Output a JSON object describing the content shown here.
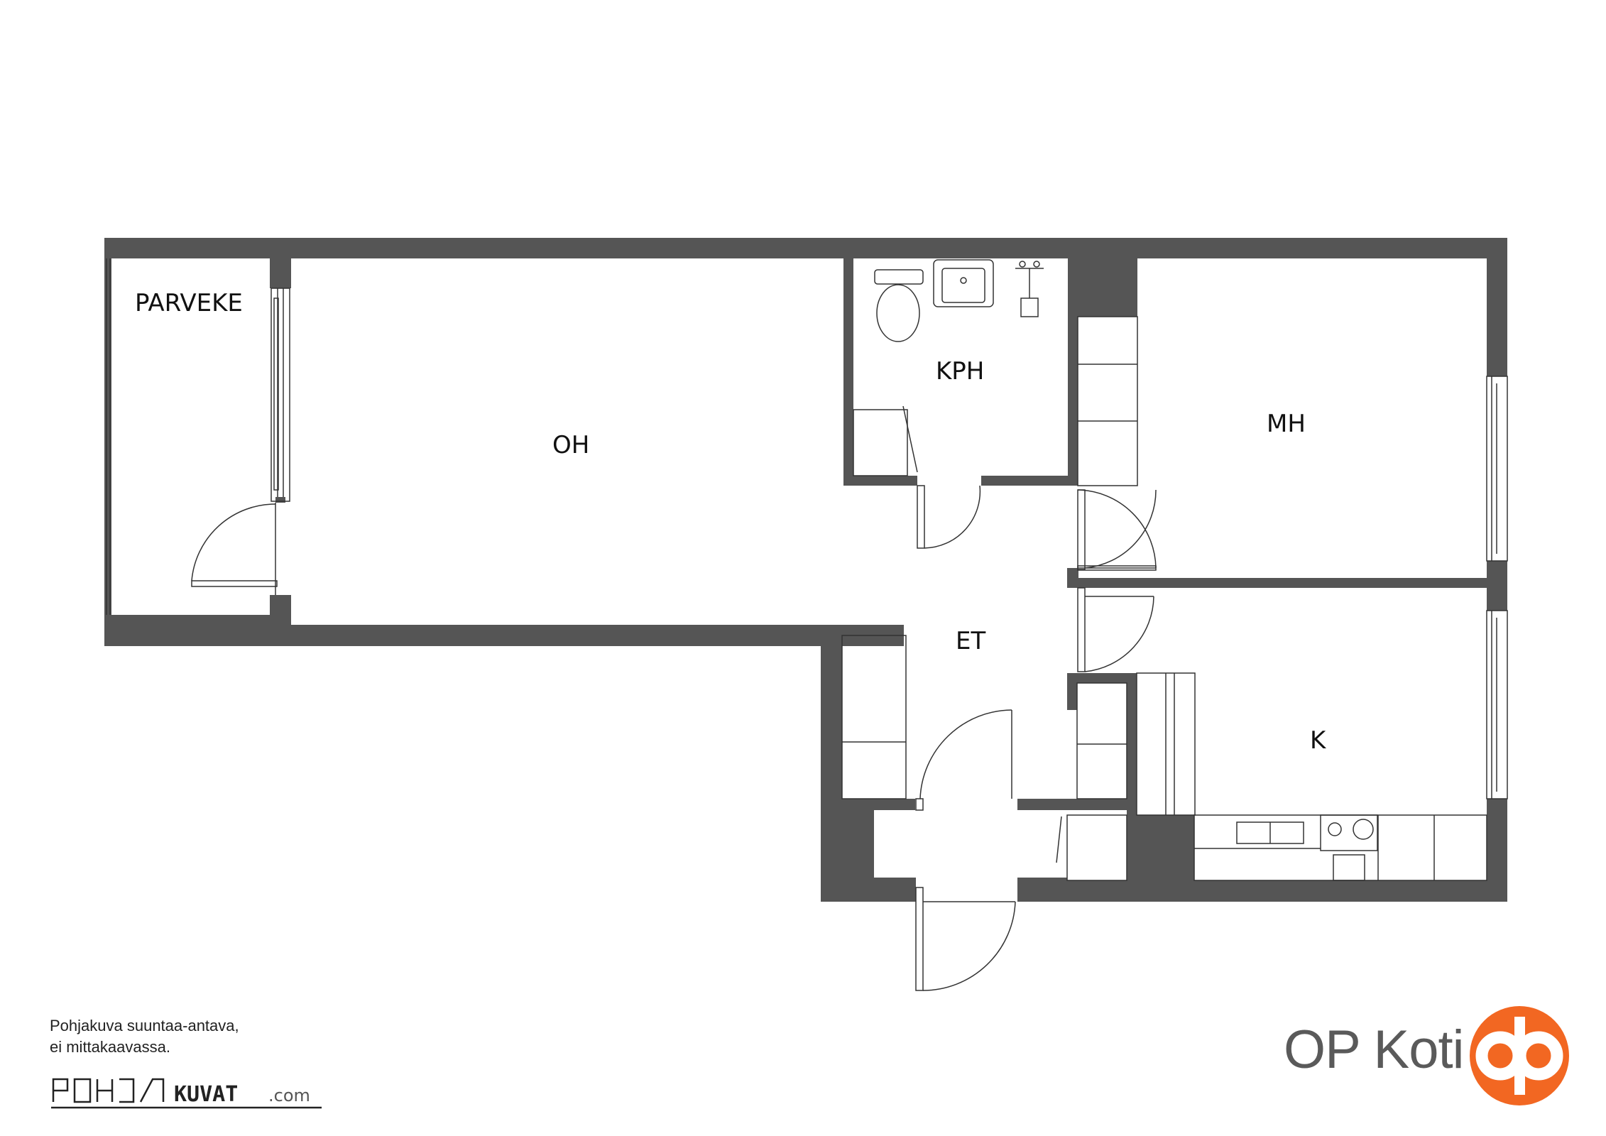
{
  "rooms": {
    "parveke": "PARVEKE",
    "oh": "OH",
    "kph": "KPH",
    "mh": "MH",
    "et": "ET",
    "k": "K"
  },
  "disclaimer": {
    "line1": "Pohjakuva suuntaa-antava,",
    "line2": "ei mittakaavassa."
  },
  "pohjakuvat_logo": {
    "text": "POHJAKUVAT.com"
  },
  "brand": {
    "name": "OP Koti",
    "color": "#f26722"
  },
  "colors": {
    "wall": "#555555",
    "line": "#333333"
  }
}
